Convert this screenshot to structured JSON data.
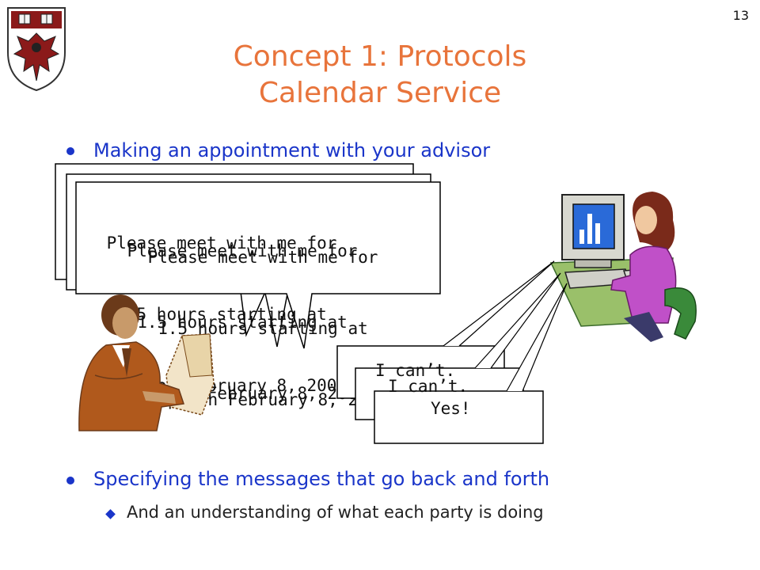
{
  "slide": {
    "page_number": "13",
    "title_line1": "Concept 1: Protocols",
    "title_line2": "Calendar Service",
    "bullets": [
      {
        "text": "Making an appointment with your advisor"
      },
      {
        "text": "Specifying the messages that go back and forth"
      }
    ],
    "sub_bullets": [
      {
        "text": "And an understanding of what each party is doing"
      }
    ]
  },
  "requests": [
    {
      "line1": "Please meet with me for",
      "line2": "1.5 hours starting at",
      "line3": "1:30pm on February 8, 2006?"
    },
    {
      "line1": "Please meet with me for",
      "line2": "1.5 hours starting at",
      "line3": "3:00pm on February 8, 2006?"
    },
    {
      "line1": "Please meet with me for",
      "line2": "1.5 hours starting at",
      "line3": "4:30pm on February 8, 2006?"
    }
  ],
  "replies": [
    {
      "text": "I can’t."
    },
    {
      "text": "I can’t."
    },
    {
      "text": "Yes!"
    }
  ],
  "colors": {
    "title": "#e8743b",
    "bullet_text": "#1a35c9",
    "crest_red": "#8b1a1a"
  },
  "icons": {
    "crest": "university-crest-icon",
    "bullet": "bullet-dot-icon",
    "sub_bullet": "diamond-bullet-icon"
  }
}
